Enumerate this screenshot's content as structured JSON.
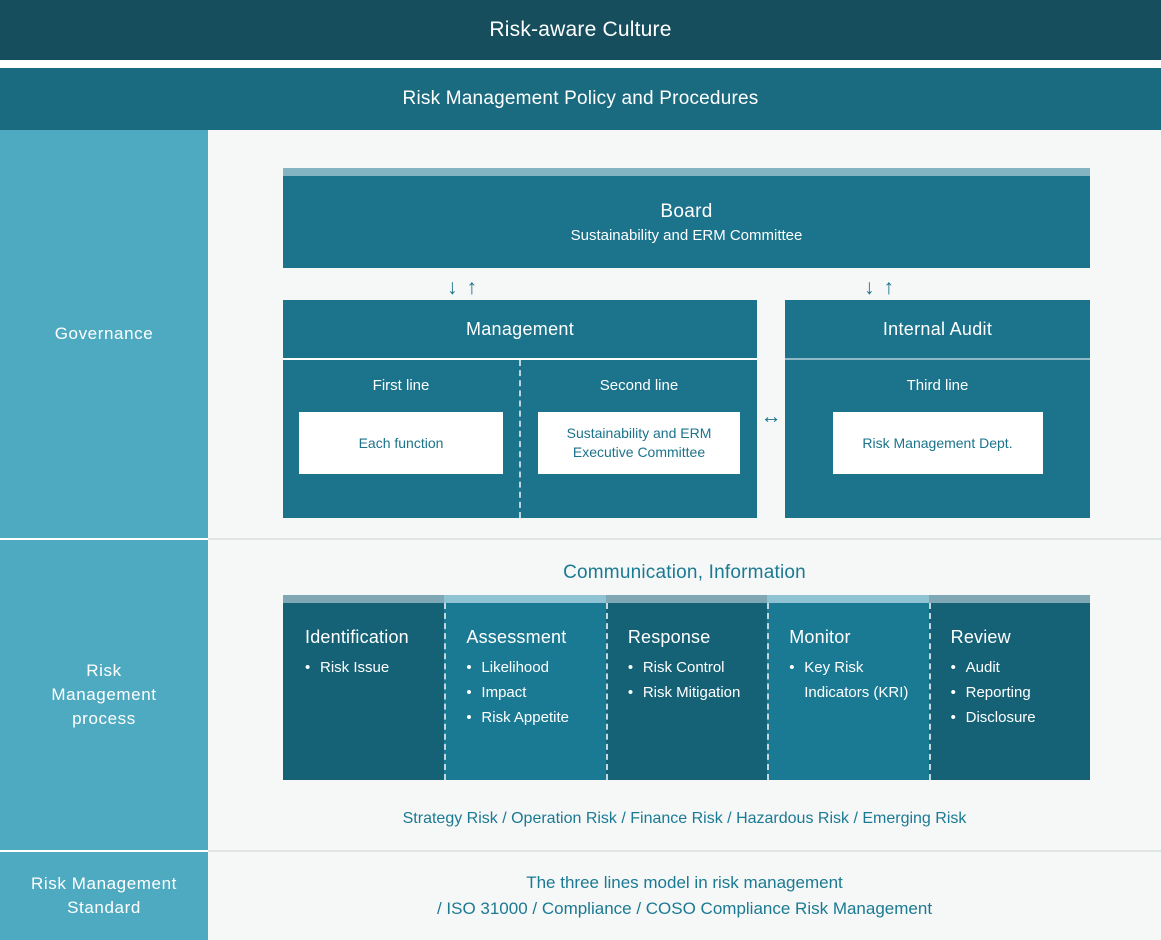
{
  "banners": {
    "culture": "Risk-aware Culture",
    "policy": "Risk Management Policy and Procedures"
  },
  "rows": {
    "governance_label": "Governance",
    "process_label": "Risk\nManagement\nprocess",
    "standard_label": "Risk Management\nStandard"
  },
  "governance": {
    "board": {
      "title": "Board",
      "subtitle": "Sustainability and ERM Committee"
    },
    "arrows": {
      "down": "↓",
      "up": "↑",
      "bidirectional": "↔"
    },
    "management": {
      "header": "Management",
      "columns": [
        {
          "label": "First line",
          "box": "Each function"
        },
        {
          "label": "Second line",
          "box": "Sustainability and ERM\nExecutive Committee"
        }
      ]
    },
    "internal_audit": {
      "header": "Internal Audit",
      "columns": [
        {
          "label": "Third line",
          "box": "Risk Management Dept."
        }
      ]
    }
  },
  "process": {
    "communication_heading": "Communication, Information",
    "steps": [
      {
        "title": "Identification",
        "tone": "dark",
        "items": [
          "Risk Issue"
        ]
      },
      {
        "title": "Assessment",
        "tone": "light",
        "items": [
          "Likelihood",
          "Impact",
          "Risk Appetite"
        ]
      },
      {
        "title": "Response",
        "tone": "dark",
        "items": [
          "Risk Control",
          "Risk Mitigation"
        ]
      },
      {
        "title": "Monitor",
        "tone": "light",
        "items": [
          "Key Risk Indicators (KRI)"
        ]
      },
      {
        "title": "Review",
        "tone": "dark",
        "items": [
          "Audit",
          "Reporting",
          "Disclosure"
        ]
      }
    ],
    "risk_types": "Strategy Risk / Operation Risk / Finance Risk / Hazardous Risk / Emerging Risk"
  },
  "standard": {
    "line1": "The three lines model in risk management",
    "line2": "/ ISO 31000 / Compliance / COSO Compliance Risk Management"
  },
  "colors": {
    "banner_dark": "#164e5e",
    "banner_mid": "#1a6b80",
    "sidebar": "#4eaac1",
    "box_teal": "#1b738c",
    "proc_dark": "#156277",
    "proc_light": "#1b7a93",
    "stripe_light": "#8fc2d2",
    "text_teal": "#1b7a93",
    "page_bg": "#f6f7f7"
  }
}
